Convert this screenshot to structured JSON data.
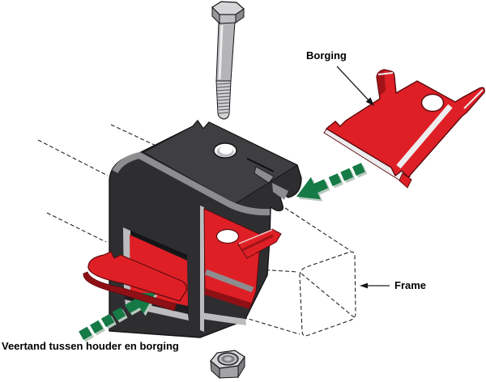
{
  "diagram": {
    "labels": {
      "borging": "Borging",
      "frame": "Frame",
      "veertand": "Veertand tussen houder en borging"
    },
    "colors": {
      "background": "#ffffff",
      "clip_red": "#de2026",
      "clip_red_dark": "#a11318",
      "clip_red_deep": "#5e0a0e",
      "clip_maroon": "#8e1015",
      "arrow_green": "#157a46",
      "arrow_green_shadow": "#b7c8bd",
      "bracket_body": "#2e2e31",
      "bracket_top": "#3f3f42",
      "bracket_outline": "#151517",
      "window_dark": "#1f1f22",
      "gray_band": "#8d8d90",
      "lip_light": "#bcbcbe",
      "metal_light": "#d6d6d8",
      "metal_mid": "#b5b5b7",
      "metal_dark": "#8f8f92",
      "line_black": "#222222"
    }
  }
}
